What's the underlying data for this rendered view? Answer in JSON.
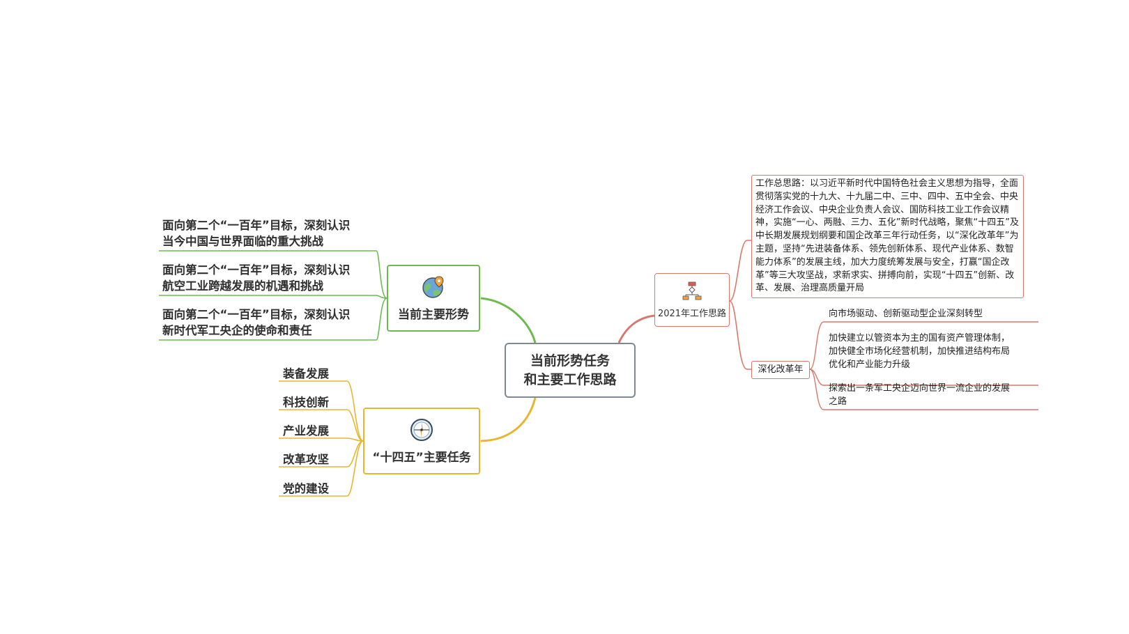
{
  "central": {
    "title": "当前形势任务\n和主要工作思路"
  },
  "branches": {
    "situation": {
      "title": "当前主要形势",
      "icon": "globe-location-icon",
      "color": "#6dbb4f",
      "items": [
        "面向第二个“一百年”目标，深刻认识\n当今中国与世界面临的重大挑战",
        "面向第二个“一百年”目标，深刻认识\n航空工业跨越发展的机遇和挑战",
        "面向第二个“一百年”目标，深刻认识\n新时代军工央企的使命和责任"
      ]
    },
    "tasks": {
      "title": "“十四五”主要任务",
      "icon": "compass-icon",
      "color": "#e8b62e",
      "items": [
        "装备发展",
        "科技创新",
        "产业发展",
        "改革攻坚",
        "党的建设"
      ]
    },
    "thinking": {
      "title": "2021年工作思路",
      "icon": "flowchart-icon",
      "color": "#d9776b",
      "overall": "工作总思路：以习近平新时代中国特色社会主义思想为指导，全面贯彻落实党的十九大、十九届二中、三中、四中、五中全会、中央经济工作会议、中央企业负责人会议、国防科技工业工作会议精神，实施“一心、两融、三力、五化”新时代战略，聚焦“十四五”及中长期发展规划纲要和国企改革三年行动任务，以“深化改革年”为主题，坚持“先进装备体系、领先创新体系、现代产业体系、数智能力体系”的发展主线，加大力度统筹发展与安全，打赢“国企改革”等三大攻坚战，求新求实、拼搏向前，实现“十四五”创新、改革、发展、治理高质量开局",
      "reform": {
        "title": "深化改革年",
        "items": [
          "向市场驱动、创新驱动型企业深刻转型",
          "加快建立以管资本为主的国有资产管理体制，\n加快健全市场化经营机制，加快推进结构布局\n优化和产业能力升级",
          "探索出一条军工央企迈向世界一流企业的发展\n之路"
        ]
      }
    }
  },
  "colors": {
    "green": "#6dbb4f",
    "yellow": "#e8b62e",
    "red": "#d9776b",
    "central_border": "#7c8894"
  }
}
